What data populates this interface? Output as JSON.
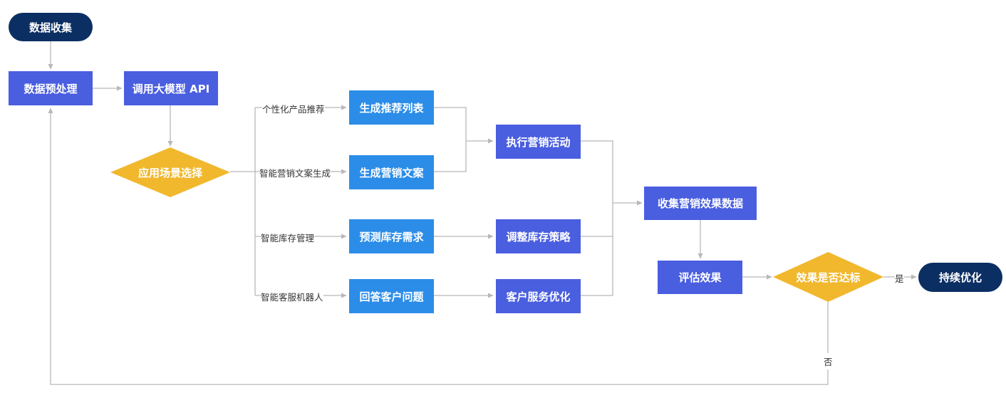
{
  "colors": {
    "pill": "#0c2f63",
    "process_dark": "#4a5ee0",
    "process_light": "#2c8de8",
    "decision": "#f1b82d",
    "connector": "#b8b8b8"
  },
  "nodes": {
    "collect": "数据收集",
    "preprocess": "数据预处理",
    "call_model": "调用大模型 API",
    "scenario": "应用场景选择",
    "gen_recommend": "生成推荐列表",
    "gen_copy": "生成营销文案",
    "predict_inventory": "预测库存需求",
    "answer_questions": "回答客户问题",
    "execute_marketing": "执行营销活动",
    "adjust_inventory": "调整库存策略",
    "optimize_service": "客户服务优化",
    "collect_effect": "收集营销效果数据",
    "evaluate": "评估效果",
    "meets_target": "效果是否达标",
    "continuous_opt": "持续优化"
  },
  "edge_labels": {
    "personalized": "个性化产品推荐",
    "smart_copy": "智能营销文案生成",
    "smart_inventory": "智能库存管理",
    "smart_service": "智能客服机器人",
    "yes": "是",
    "no": "否"
  }
}
